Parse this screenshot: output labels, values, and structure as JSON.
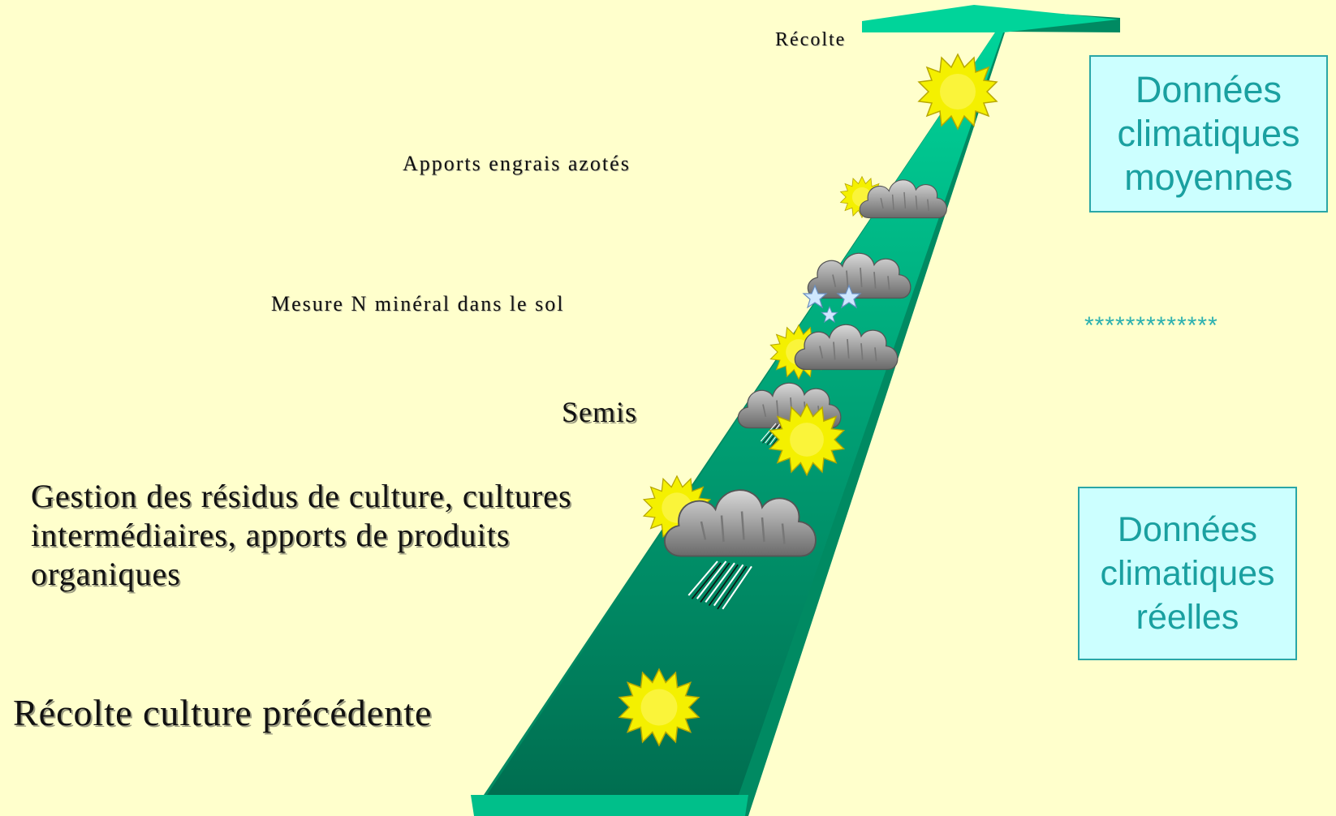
{
  "timeline": {
    "harvest_top": "Récolte",
    "nitrogen_fertilizer": "Apports engrais azotés",
    "soil_measurement": "Mesure N minéral dans le sol",
    "sowing": "Semis",
    "residue_management": "Gestion des résidus de culture, cultures intermédiaires,  apports de produits organiques",
    "previous_harvest": "Récolte culture précédente"
  },
  "boxes": {
    "average": {
      "line1": "Données",
      "line2": "climatiques",
      "line3": "moyennes"
    },
    "real": {
      "line1": "Données",
      "line2": "climatiques",
      "line3": "réelles"
    }
  },
  "separator": "*************",
  "weather_icons": [
    "sun-icon",
    "partly-cloudy-icon",
    "snow-cloud-icon",
    "partly-cloudy-icon",
    "rain-sun-icon",
    "rain-cloud-icon",
    "sun-icon"
  ],
  "colors": {
    "background": "#ffffcc",
    "arrow_top": "#00d49a",
    "arrow_bottom": "#006e50",
    "box_fill": "#ccffff",
    "box_text": "#1aa0a0",
    "sun": "#f4f000",
    "cloud": "#9a9a9a"
  }
}
